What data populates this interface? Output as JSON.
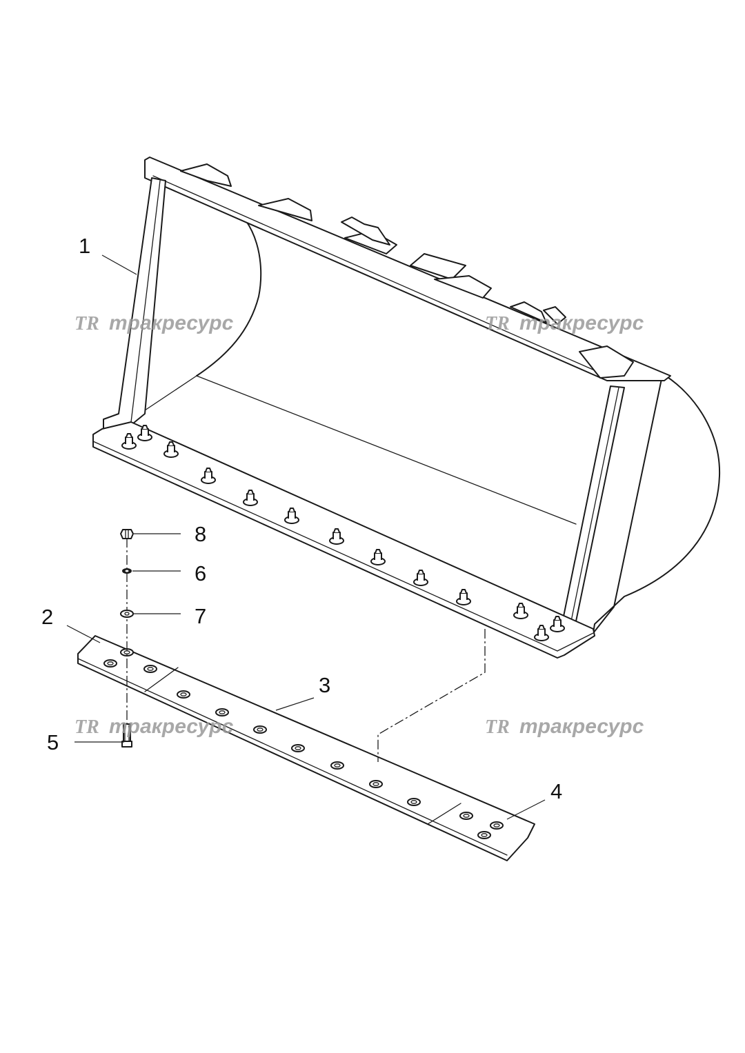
{
  "diagram": {
    "callouts": [
      {
        "id": "1",
        "label": "1"
      },
      {
        "id": "2",
        "label": "2"
      },
      {
        "id": "3",
        "label": "3"
      },
      {
        "id": "4",
        "label": "4"
      },
      {
        "id": "5",
        "label": "5"
      },
      {
        "id": "6",
        "label": "6"
      },
      {
        "id": "7",
        "label": "7"
      },
      {
        "id": "8",
        "label": "8"
      }
    ],
    "watermark": {
      "logo": "TR",
      "text": "тракресурс"
    }
  }
}
